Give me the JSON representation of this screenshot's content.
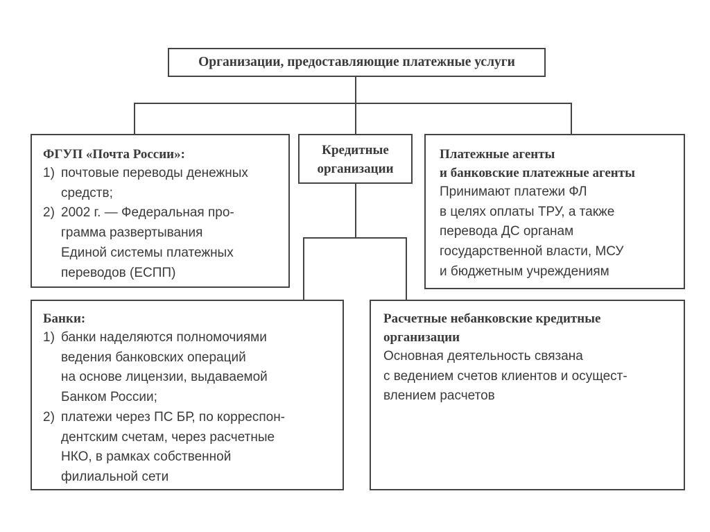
{
  "root": {
    "title": "Организации, предоставляющие платежные услуги"
  },
  "postal": {
    "heading": "ФГУП «Почта России»:",
    "item1": {
      "num": "1)",
      "lines": [
        "почтовые переводы денежных",
        "средств;"
      ]
    },
    "item2": {
      "num": "2)",
      "lines": [
        "2002 г. — Федеральная про-",
        "грамма развертывания",
        "Единой системы платежных",
        "переводов (ЕСПП)"
      ]
    }
  },
  "credit": {
    "lines": [
      "Кредитные",
      "организации"
    ]
  },
  "agents": {
    "heading_lines": [
      "Платежные агенты",
      "и банковские платежные агенты"
    ],
    "body_lines": [
      "Принимают платежи ФЛ",
      "в целях оплаты ТРУ, а также",
      "перевода ДС органам",
      "государственной власти, МСУ",
      "и бюджетным учреждениям"
    ]
  },
  "banks": {
    "heading": "Банки:",
    "item1": {
      "num": "1)",
      "lines": [
        "банки наделяются полномочиями",
        "ведения банковских операций",
        "на основе лицензии, выдаваемой",
        "Банком России;"
      ]
    },
    "item2": {
      "num": "2)",
      "lines": [
        "платежи через ПС БР, по корреспон-",
        "дентским счетам, через расчетные",
        "НКО, в рамках собственной",
        "филиальной сети"
      ]
    }
  },
  "nko": {
    "heading_lines": [
      "Расчетные небанковские кредитные",
      "организации"
    ],
    "body_lines": [
      "Основная деятельность связана",
      "с ведением счетов клиентов и осущест-",
      "влением расчетов"
    ]
  }
}
